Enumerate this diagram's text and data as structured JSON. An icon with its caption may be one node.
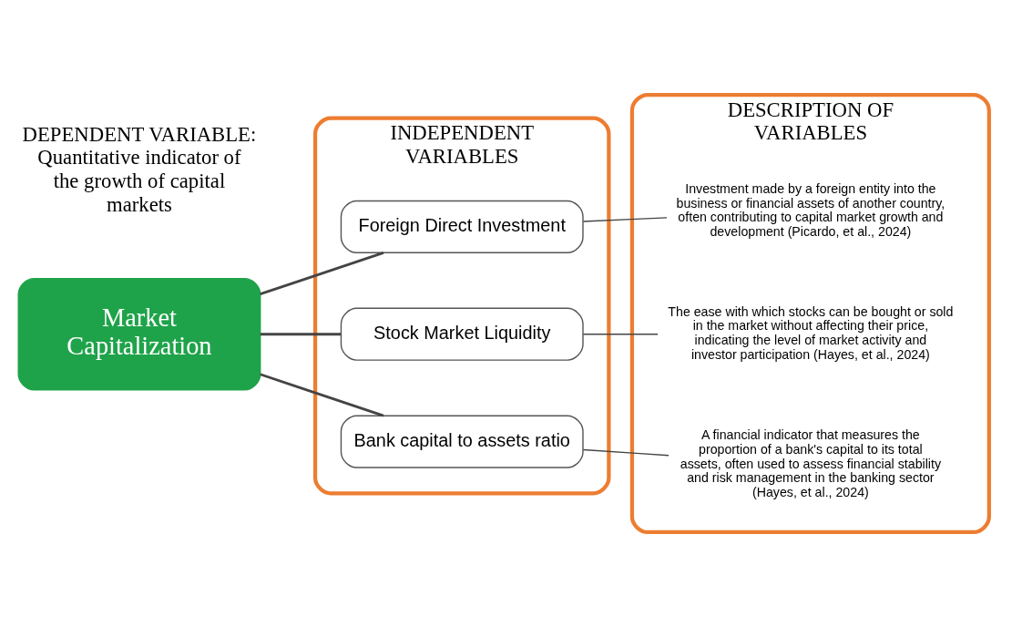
{
  "diagram": {
    "nodes": [
      {
        "text": [
          "Market Capitalization"
        ]
      },
      {
        "text": [
          "INDEPENDENT VARIABLES"
        ]
      },
      {
        "text": [
          "Foreign Direct Investment"
        ],
        "in": 1
      },
      {
        "text": [
          "Stock Market Liquidity"
        ],
        "in": 1
      },
      {
        "text": [
          "Bank capital to assets ratio"
        ],
        "in": 1
      },
      {
        "text": [
          "DESCRIPTION OF VARIABLES"
        ]
      },
      {
        "text": [
          "Investment made by a foreign entity into the business or financial assets of another country, often contributing to capital market growth and development (Picardo, et al., 2024)"
        ],
        "in": 5
      },
      {
        "text": [
          "The ease with which stocks can be bought or sold in the market without affecting their price, indicating the level of market activity and investor participation (Hayes, et al., 2024)"
        ],
        "in": 5
      },
      {
        "text": [
          "A financial indicator that measures the proportion of a bank's capital to its total assets, often used to assess financial stability and risk management in the banking sector (Hayes, et al., 2024)"
        ],
        "in": 5
      }
    ],
    "edges": [
      {
        "from": 0,
        "to": 2,
        "arrow": "none"
      },
      {
        "from": 0,
        "to": 3,
        "arrow": "none"
      },
      {
        "from": 0,
        "to": 4,
        "arrow": "none"
      },
      {
        "from": 2,
        "to": 6,
        "arrow": "none"
      },
      {
        "from": 3,
        "to": 7,
        "arrow": "none"
      },
      {
        "from": 4,
        "to": 8,
        "arrow": "none"
      }
    ],
    "labels": [
      "DEPENDENT VARIABLE: Quantitative indicator of the growth of capital markets"
    ]
  }
}
